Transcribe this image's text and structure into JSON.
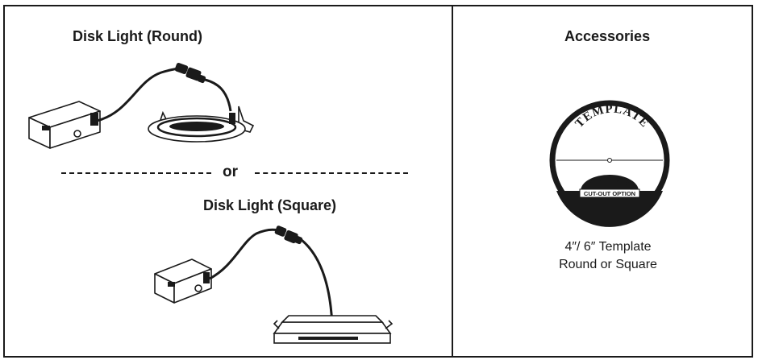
{
  "left_panel": {
    "round_title": "Disk Light (Round)",
    "separator_word": "or",
    "square_title": "Disk Light (Square)"
  },
  "right_panel": {
    "title": "Accessories",
    "template_top_text": "TEMPLATE",
    "template_bottom_text": "CUT-OUT OPTION",
    "caption_line1": "4″/ 6″ Template",
    "caption_line2": "Round or Square"
  }
}
